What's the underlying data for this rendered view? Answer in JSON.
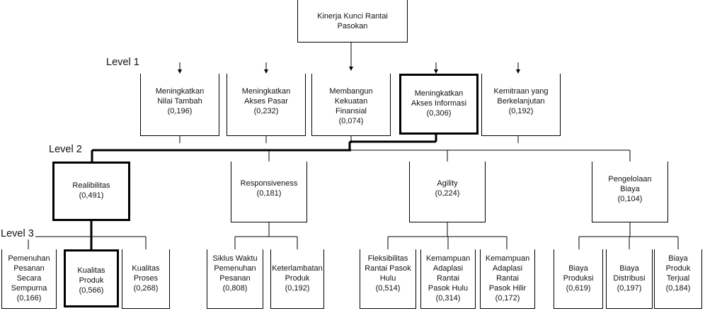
{
  "levels": {
    "l1": "Level 1",
    "l2": "Level 2",
    "l3": "Level 3"
  },
  "colors": {
    "line": "#000000",
    "background": "#ffffff"
  },
  "root": {
    "lines": [
      "Kinerja Kunci Rantai",
      "Pasokan"
    ]
  },
  "level1": [
    {
      "lines": [
        "Meningkatkan",
        "Nilai Tambah",
        "(0,196)"
      ]
    },
    {
      "lines": [
        "Meningkatkan",
        "Akses Pasar",
        "(0,232)"
      ]
    },
    {
      "lines": [
        "Membangun",
        "Kekuatan",
        "Finansial",
        "(0,074)"
      ]
    },
    {
      "lines": [
        "Meningkatkan",
        "Akses Informasi",
        "(0,306)"
      ],
      "selected": true
    },
    {
      "lines": [
        "Kemitraan yang",
        "Berkelanjutan",
        "(0,192)"
      ]
    }
  ],
  "level2": [
    {
      "lines": [
        "Realibilitas",
        "(0,491)"
      ],
      "selected": true
    },
    {
      "lines": [
        "Responsiveness",
        "(0,181)"
      ]
    },
    {
      "lines": [
        "Agility",
        "(0,224)"
      ]
    },
    {
      "lines": [
        "Pengelolaan",
        "Biaya",
        "(0,104)"
      ]
    }
  ],
  "level3": [
    {
      "lines": [
        "Pemenuhan",
        "Pesanan",
        "Secara",
        "Sempurna",
        "(0,166)"
      ]
    },
    {
      "lines": [
        "Kualitas",
        "Produk",
        "(0,566)"
      ],
      "selected": true
    },
    {
      "lines": [
        "Kualitas",
        "Proses",
        "(0,268)"
      ]
    },
    {
      "lines": [
        "Siklus Waktu",
        "Pemenuhan",
        "Pesanan",
        "(0,808)"
      ]
    },
    {
      "lines": [
        "Keterlambatan",
        "Produk",
        "(0,192)"
      ]
    },
    {
      "lines": [
        "Fleksibilitas",
        "Rantai Pasok",
        "Hulu",
        "(0,514)"
      ]
    },
    {
      "lines": [
        "Kemampuan",
        "Adaplasi",
        "Rantai",
        "Pasok Hulu",
        "(0,314)"
      ]
    },
    {
      "lines": [
        "Kemampuan",
        "Adaplasi",
        "Rantai",
        "Pasok Hilir",
        "(0,172)"
      ]
    },
    {
      "lines": [
        "Biaya",
        "Produksi",
        "(0,619)"
      ]
    },
    {
      "lines": [
        "Biaya",
        "Distribusi",
        "(0,197)"
      ]
    },
    {
      "lines": [
        "Biaya",
        "Produk",
        "Terjual",
        "(0,184)"
      ]
    }
  ]
}
